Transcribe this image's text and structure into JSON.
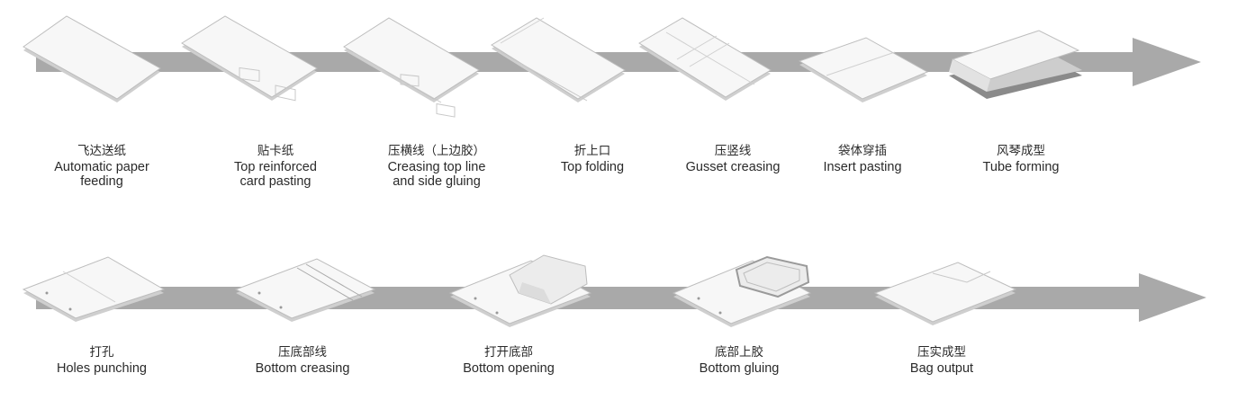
{
  "rows": [
    {
      "steps": [
        {
          "zh": "飞达送纸",
          "en": [
            "Automatic paper",
            "feeding"
          ],
          "icon": "flat-sheet"
        },
        {
          "zh": "贴卡纸",
          "en": [
            "Top reinforced",
            "card pasting"
          ],
          "icon": "sheet-with-card"
        },
        {
          "zh": "压横线（上边胶）",
          "en": [
            "Creasing top line",
            "and side gluing"
          ],
          "icon": "sheet-creased-glued"
        },
        {
          "zh": "折上口",
          "en": [
            "Top folding"
          ],
          "icon": "sheet-top-folded"
        },
        {
          "zh": "压竖线",
          "en": [
            "Gusset creasing"
          ],
          "icon": "sheet-gusset-creased"
        },
        {
          "zh": "袋体穿插",
          "en": [
            "Insert pasting"
          ],
          "icon": "sheet-insert"
        },
        {
          "zh": "风琴成型",
          "en": [
            "Tube forming"
          ],
          "icon": "tube"
        }
      ]
    },
    {
      "steps": [
        {
          "zh": "打孔",
          "en": [
            "Holes punching"
          ],
          "icon": "tube-punched"
        },
        {
          "zh": "压底部线",
          "en": [
            "Bottom creasing"
          ],
          "icon": "tube-bottom-creased"
        },
        {
          "zh": "打开底部",
          "en": [
            "Bottom opening"
          ],
          "icon": "tube-bottom-open"
        },
        {
          "zh": "底部上胶",
          "en": [
            "Bottom gluing"
          ],
          "icon": "tube-bottom-glued"
        },
        {
          "zh": "压实成型",
          "en": [
            "Bag output"
          ],
          "icon": "finished-bag"
        }
      ]
    }
  ],
  "colors": {
    "arrow": "#a9a9a9",
    "paper": "#f7f7f7",
    "paper_edge": "#bdbdbd",
    "paper_side": "#cfcfcf",
    "text": "#2a2a2a"
  }
}
